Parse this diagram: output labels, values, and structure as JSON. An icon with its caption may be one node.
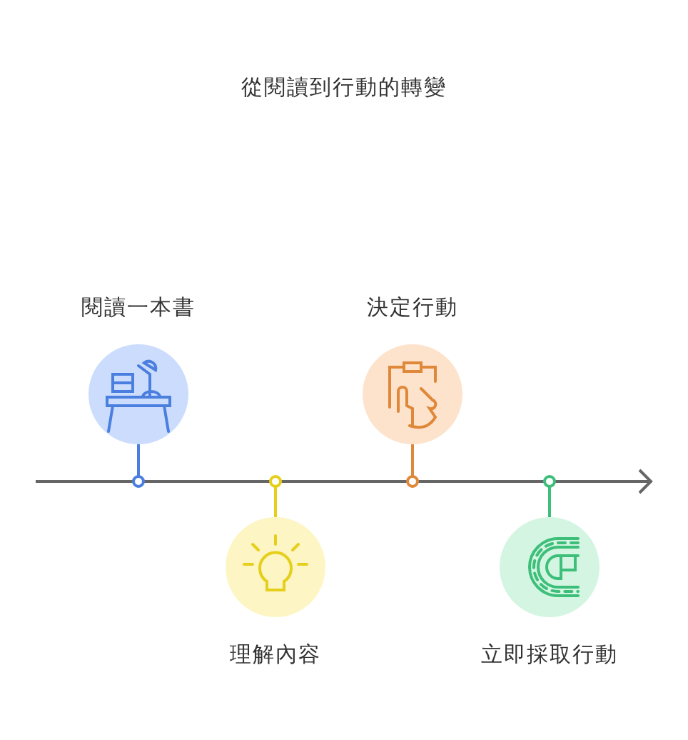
{
  "diagram": {
    "title": "從閱讀到行動的轉變",
    "nodes": [
      {
        "text": [
          "閱讀一本書"
        ]
      },
      {
        "text": [
          "理解內容"
        ]
      },
      {
        "text": [
          "決定行動"
        ]
      },
      {
        "text": [
          "立即採取行動"
        ]
      }
    ]
  }
}
